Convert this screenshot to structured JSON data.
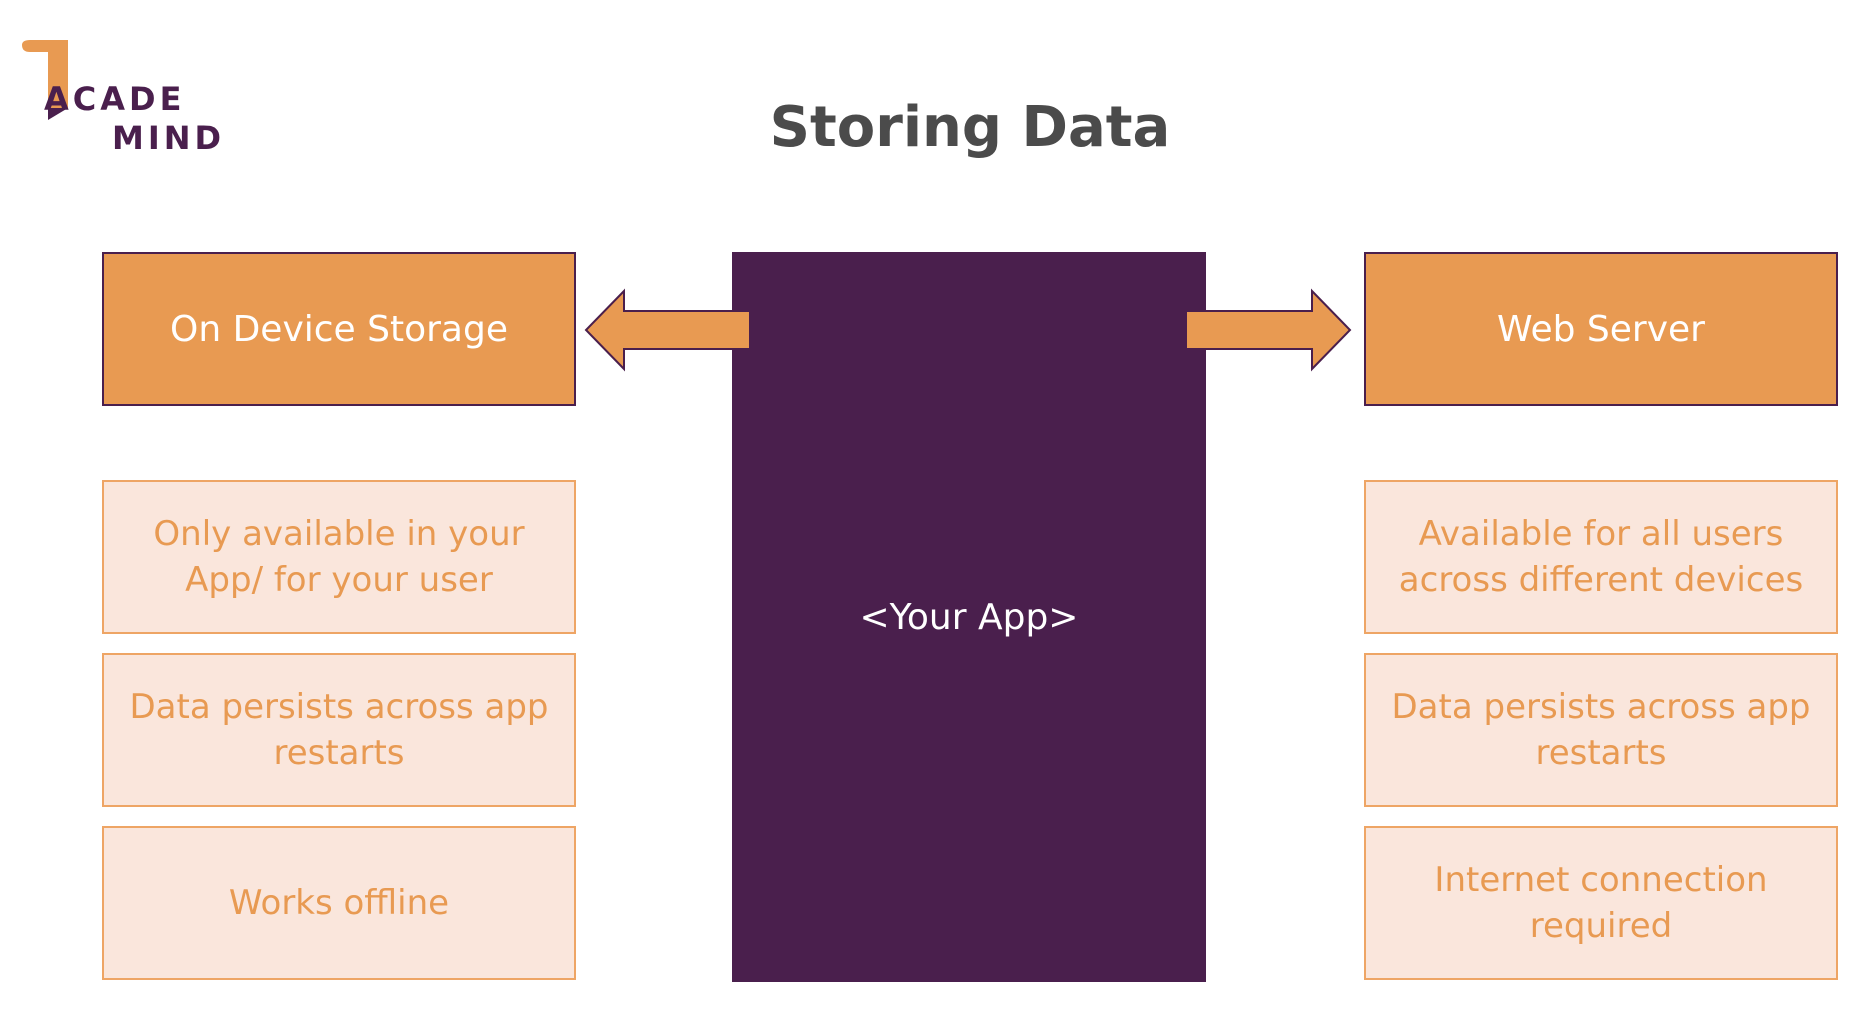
{
  "logo": {
    "line1": "ACADE",
    "line2": "MIND"
  },
  "title": "Storing Data",
  "app": {
    "label": "<Your App>"
  },
  "left": {
    "header": "On Device Storage",
    "features": [
      "Only available in your App/ for your user",
      "Data persists across app restarts",
      "Works offline"
    ]
  },
  "right": {
    "header": "Web Server",
    "features": [
      "Available for all users across different devices",
      "Data persists across app restarts",
      "Internet connection required"
    ]
  },
  "colors": {
    "brand_purple": "#4a1f4d",
    "accent_orange": "#e89a52",
    "light_orange_fill": "#fae6dc",
    "title_gray": "#4b4b4b"
  },
  "icons": {
    "logo": "academind-logo-icon",
    "arrow_left": "arrow-left-icon",
    "arrow_right": "arrow-right-icon"
  }
}
